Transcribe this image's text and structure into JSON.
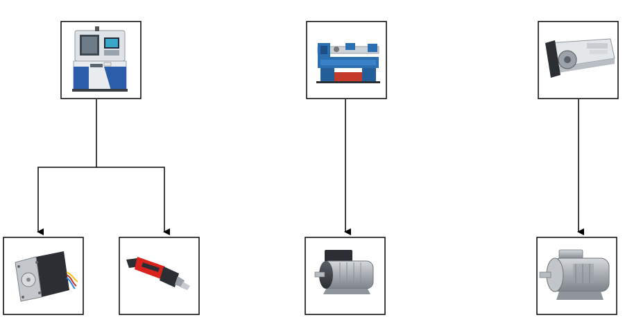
{
  "diagram": {
    "nodes": [
      {
        "id": "cnc-machine",
        "kind": "cnc-machine-picture"
      },
      {
        "id": "lathe",
        "kind": "lathe-picture"
      },
      {
        "id": "linear-conveyor",
        "kind": "linear-conveyor-picture"
      },
      {
        "id": "stepper-motor",
        "kind": "stepper-motor-picture"
      },
      {
        "id": "spindle-motor",
        "kind": "spindle-motor-picture"
      },
      {
        "id": "ac-motor-1",
        "kind": "ac-motor-picture"
      },
      {
        "id": "ac-motor-2",
        "kind": "ac-motor-picture"
      }
    ],
    "edges": [
      {
        "from": "cnc-machine",
        "to": "stepper-motor"
      },
      {
        "from": "cnc-machine",
        "to": "spindle-motor"
      },
      {
        "from": "lathe",
        "to": "ac-motor-1"
      },
      {
        "from": "linear-conveyor",
        "to": "ac-motor-2"
      }
    ],
    "colors": {
      "line": "#000000",
      "cnc_blue": "#2a5ea8",
      "lathe_blue": "#2c6fb0",
      "lathe_red": "#c43a2a",
      "spindle_red": "#d9231d",
      "motor_gray": "#a7acb2",
      "motor_dark": "#3b3f45"
    }
  }
}
